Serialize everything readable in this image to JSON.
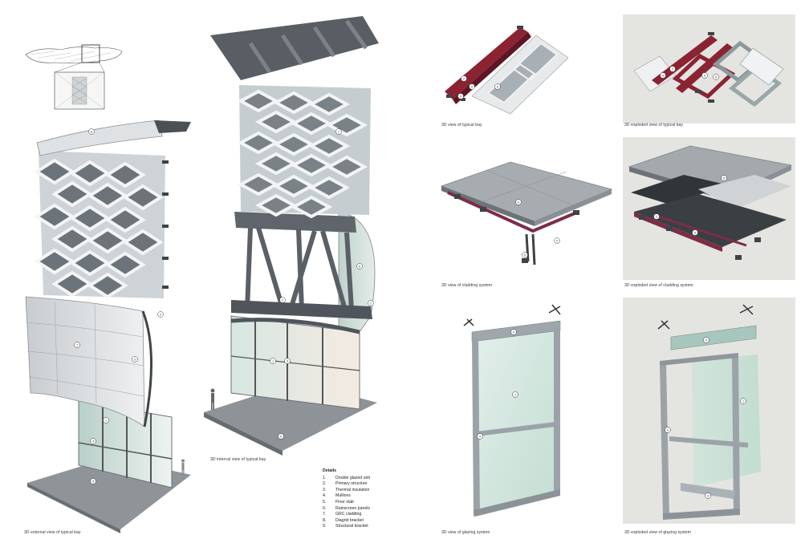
{
  "captions": {
    "external_view": "3D external view of typical bay",
    "internal_view": "3D internal view of typical bay",
    "typical_bay": "3D view of typical bay",
    "exploded_typical_bay": "3D exploded view of typical bay",
    "cladding_system": "3D view of cladding system",
    "exploded_cladding_system": "3D exploded view of cladding system",
    "glazing_system": "3D view of glazing system",
    "exploded_glazing_system": "3D exploded view of glazing system"
  },
  "legend": {
    "title": "Details",
    "items": [
      {
        "num": "1.",
        "label": "Double glazed unit"
      },
      {
        "num": "2.",
        "label": "Primary structure"
      },
      {
        "num": "3.",
        "label": "Thermal insulation"
      },
      {
        "num": "4.",
        "label": "Mullions"
      },
      {
        "num": "5.",
        "label": "Floor slab"
      },
      {
        "num": "6.",
        "label": "Rainscreen panels"
      },
      {
        "num": "7.",
        "label": "GRC cladding"
      },
      {
        "num": "8.",
        "label": "Diagrid bracket"
      },
      {
        "num": "9.",
        "label": "Structural bracket"
      }
    ]
  },
  "colors": {
    "panel_bg": "#e3e4e0",
    "steel": "#5b6066",
    "grc": "#d9dcdf",
    "glass": "#cfe3dc",
    "red_structure": "#8b2332",
    "floor_slab": "#8d9297"
  }
}
